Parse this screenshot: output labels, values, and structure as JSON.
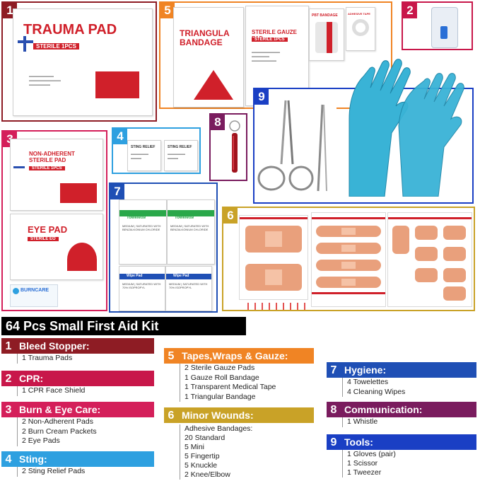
{
  "kit_title": "64 Pcs Small First Aid Kit",
  "photo_labels": {
    "p1": "1",
    "p2": "2",
    "p3": "3",
    "p4": "4",
    "p5": "5",
    "p6": "6",
    "p7": "7",
    "p8": "8",
    "p9": "9"
  },
  "packs": {
    "trauma_title": "TRAUMA PAD",
    "trauma_strip": "STERILE 1PCS",
    "triangula_title": "TRIANGULA BANDAGE",
    "gauze_title": "STERILE GAUZE PAD",
    "gauze_strip": "STERILE 1PCS",
    "pbt_title": "PBT BANDAGE",
    "tape_title": "ADHESIVE TAPE",
    "nonadherent_title": "NON-ADHERENT STERILE PAD",
    "nonadherent_strip": "STERILE 1PCS",
    "eyepad_title": "EYE PAD",
    "eyepad_strip": "STERILE EO",
    "burncare_title": "BURNCARE",
    "sting_title": "STING RELIEF",
    "towelette_title": "Towelette",
    "towelette_text": "MEDIUM | SATURATED WITH BENZALKONIUM CHLORIDE",
    "wipe_title": "Wipe Pad",
    "wipe_text": "MEDIUM | SATURATED WITH 70% ISOPROPYL"
  },
  "categories": [
    {
      "num": "1",
      "title": "Bleed Stopper:",
      "color": "#8e1c24",
      "items": [
        "1 Trauma Pads"
      ]
    },
    {
      "num": "2",
      "title": "CPR:",
      "color": "#c8174a",
      "items": [
        "1 CPR Face Shield"
      ]
    },
    {
      "num": "3",
      "title": "Burn & Eye Care:",
      "color": "#d41f5a",
      "items": [
        "2 Non-Adherent Pads",
        "2 Burn Cream Packets",
        "2 Eye Pads"
      ]
    },
    {
      "num": "4",
      "title": "Sting:",
      "color": "#2ea0e0",
      "items": [
        "2 Sting Relief Pads"
      ]
    },
    {
      "num": "5",
      "title": "Tapes,Wraps & Gauze:",
      "color": "#f08424",
      "items": [
        "2 Sterile Gauze Pads",
        "1 Gauze Roll Bandage",
        "1 Transparent Medical Tape",
        "1 Triangular Bandage"
      ]
    },
    {
      "num": "6",
      "title": "Minor Wounds:",
      "color": "#c9a227",
      "items": [
        "Adhesive Bandages:",
        "20  Standard",
        "5  Mini",
        "5  Fingertip",
        "5  Knuckle",
        "2  Knee/Elbow"
      ]
    },
    {
      "num": "7",
      "title": "Hygiene:",
      "color": "#1f4fb5",
      "items": [
        "4 Towelettes",
        "4 Cleaning Wipes"
      ]
    },
    {
      "num": "8",
      "title": "Communication:",
      "color": "#7a1c5e",
      "items": [
        "1 Whistle"
      ]
    },
    {
      "num": "9",
      "title": "Tools:",
      "color": "#1a3fc4",
      "items": [
        "1 Gloves (pair)",
        "1 Scissor",
        "1 Tweezer"
      ]
    }
  ],
  "colors": {
    "c1": "#8e1c24",
    "c2": "#c8174a",
    "c3": "#d41f5a",
    "c4": "#2ea0e0",
    "c5": "#f08424",
    "c6": "#c9a227",
    "c7": "#1f4fb5",
    "c8": "#7a1c5e",
    "c9": "#1a3fc4",
    "pack_red": "#d0202a",
    "glove_blue": "#39b3d6"
  },
  "icons": [
    "whistle-icon",
    "scissors-icon",
    "tweezer-icon",
    "gloves-icon",
    "face-shield-icon"
  ]
}
